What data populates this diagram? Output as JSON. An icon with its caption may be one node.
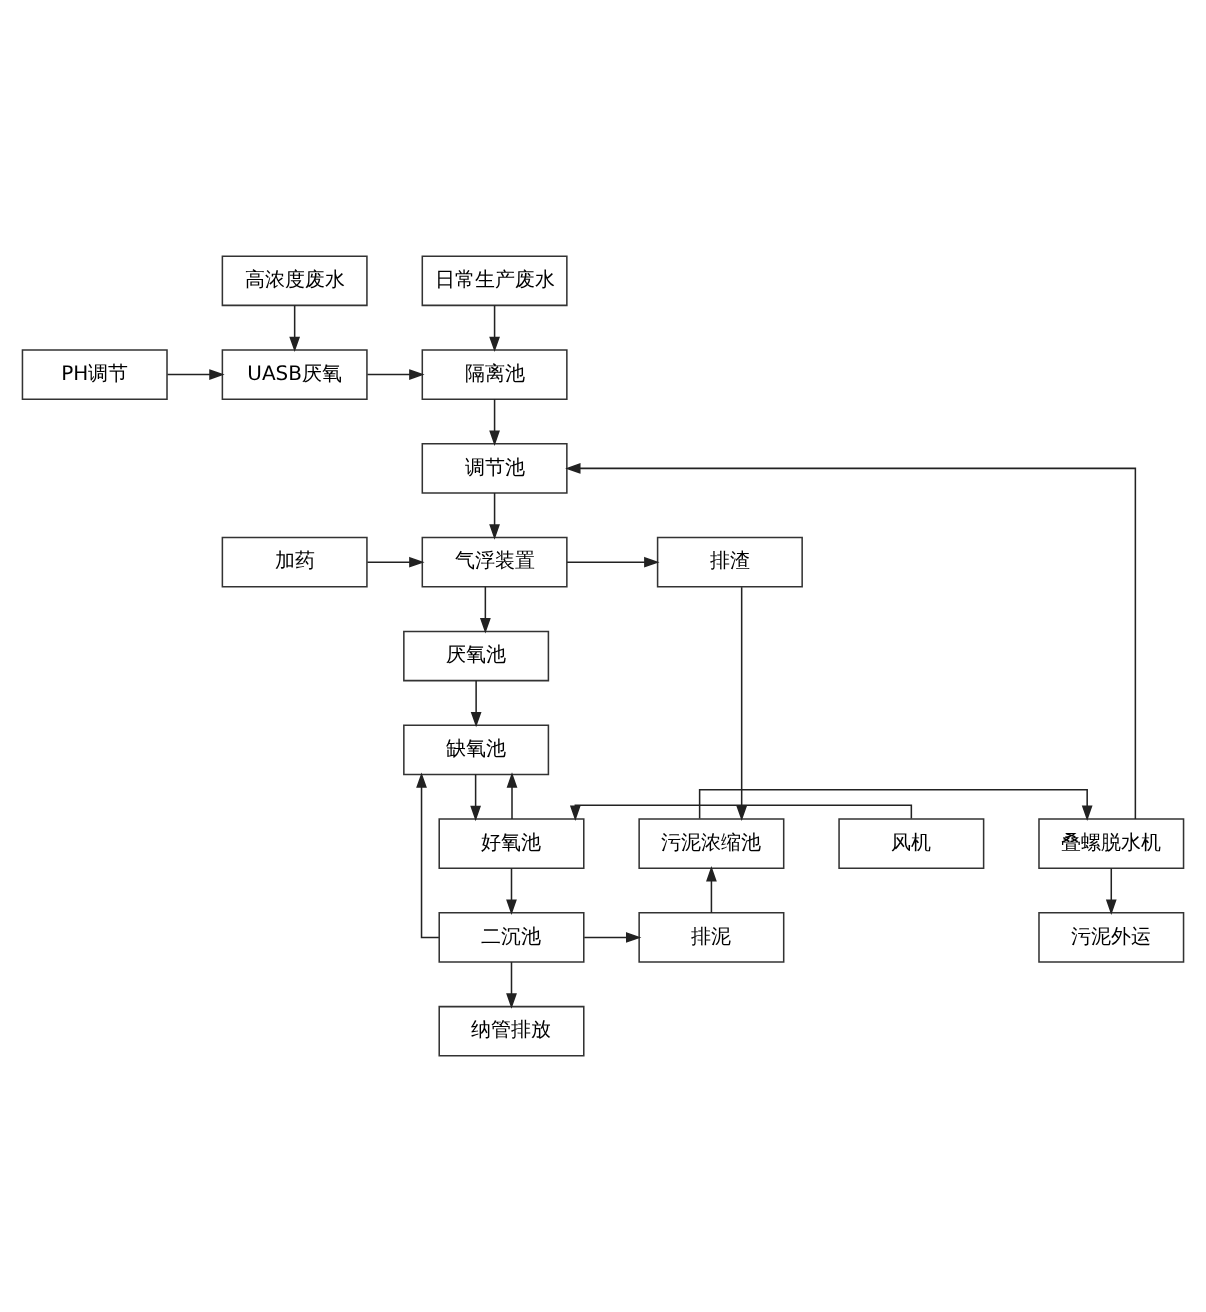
{
  "diagram": {
    "nodes": [
      {
        "text": [
          "日常生产废水"
        ]
      },
      {
        "text": [
          "高浓度废水"
        ]
      },
      {
        "text": [
          "隔离池"
        ]
      },
      {
        "text": [
          "UASB厌氧"
        ]
      },
      {
        "text": [
          "PH调节"
        ]
      },
      {
        "text": [
          "调节池"
        ]
      },
      {
        "text": [
          "加药"
        ]
      },
      {
        "text": [
          "气浮装置"
        ]
      },
      {
        "text": [
          "排渣"
        ]
      },
      {
        "text": [
          "厌氧池"
        ]
      },
      {
        "text": [
          "缺氧池"
        ]
      },
      {
        "text": [
          "风机"
        ]
      },
      {
        "text": [
          "好氧池"
        ]
      },
      {
        "text": [
          "污泥浓缩池"
        ]
      },
      {
        "text": [
          "叠螺脱水机"
        ]
      },
      {
        "text": [
          "二沉池"
        ]
      },
      {
        "text": [
          "排泥"
        ]
      },
      {
        "text": [
          "污泥外运"
        ]
      },
      {
        "text": [
          "纳管排放"
        ]
      }
    ],
    "edges": [
      {
        "from": 0,
        "to": 2,
        "arrow": "to"
      },
      {
        "from": 1,
        "to": 3,
        "arrow": "to"
      },
      {
        "from": 4,
        "to": 3,
        "arrow": "to"
      },
      {
        "from": 3,
        "to": 2,
        "arrow": "to"
      },
      {
        "from": 2,
        "to": 5,
        "arrow": "to"
      },
      {
        "from": 14,
        "to": 5,
        "arrow": "to"
      },
      {
        "from": 5,
        "to": 7,
        "arrow": "to"
      },
      {
        "from": 6,
        "to": 7,
        "arrow": "to"
      },
      {
        "from": 7,
        "to": 8,
        "arrow": "to"
      },
      {
        "from": 7,
        "to": 9,
        "arrow": "to"
      },
      {
        "from": 9,
        "to": 10,
        "arrow": "to"
      },
      {
        "from": 8,
        "to": 13,
        "arrow": "to"
      },
      {
        "from": 10,
        "to": 12,
        "arrow": "to"
      },
      {
        "from": 11,
        "to": 12,
        "arrow": "to"
      },
      {
        "from": 12,
        "to": 10,
        "arrow": "to"
      },
      {
        "from": 12,
        "to": 15,
        "arrow": "to"
      },
      {
        "from": 15,
        "to": 10,
        "arrow": "to"
      },
      {
        "from": 15,
        "to": 16,
        "arrow": "to"
      },
      {
        "from": 16,
        "to": 13,
        "arrow": "to"
      },
      {
        "from": 13,
        "to": 14,
        "arrow": "to"
      },
      {
        "from": 14,
        "to": 17,
        "arrow": "to"
      },
      {
        "from": 15,
        "to": 18,
        "arrow": "to"
      }
    ]
  }
}
